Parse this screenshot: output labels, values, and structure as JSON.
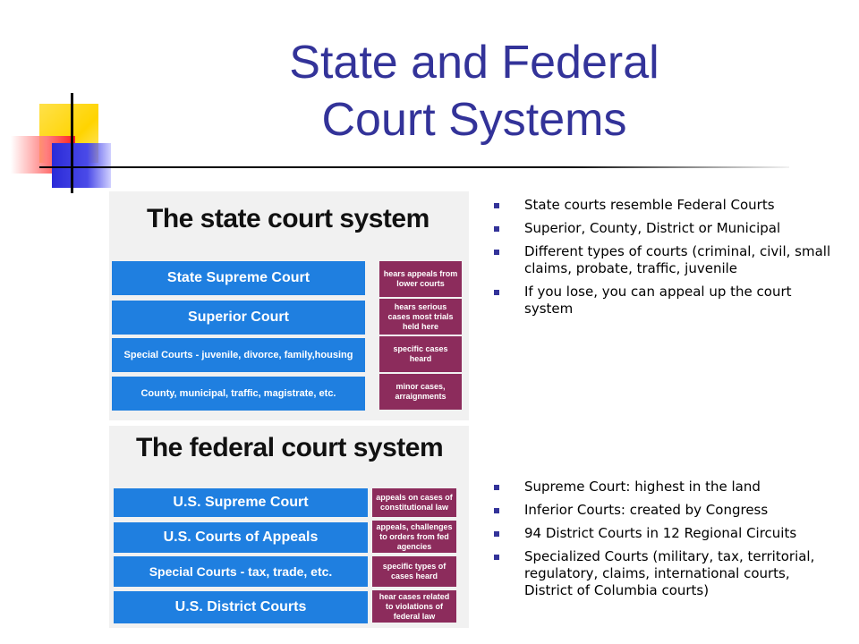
{
  "slide": {
    "title_line1": "State and Federal",
    "title_line2": "Court Systems"
  },
  "state_system": {
    "heading": "The state court system",
    "courts": [
      "State Supreme Court",
      "Superior Court",
      "Special Courts - juvenile, divorce, family,housing",
      "County, municipal, traffic, magistrate, etc."
    ],
    "roles": [
      "hears appeals from lower courts",
      "hears serious cases most trials held here",
      "specific cases heard",
      "minor cases, arraignments"
    ],
    "colors": {
      "court": "#1f7fe0",
      "role": "#8c2c5c"
    }
  },
  "federal_system": {
    "heading": "The federal court system",
    "courts": [
      "U.S. Supreme Court",
      "U.S. Courts of Appeals",
      "Special Courts - tax, trade, etc.",
      "U.S. District Courts"
    ],
    "roles": [
      "appeals on cases of constitutional law",
      "appeals, challenges to orders from fed agencies",
      "specific types of cases heard",
      "hear cases related to violations of federal law"
    ]
  },
  "state_bullets": [
    "State courts resemble Federal Courts",
    "Superior, County, District or Municipal",
    "Different types of courts (criminal, civil, small claims, probate, traffic, juvenile",
    "If you lose, you can appeal up the court system"
  ],
  "federal_bullets": [
    "Supreme Court: highest in the land",
    "Inferior Courts: created by Congress",
    "94 District Courts in 12 Regional Circuits",
    "Specialized Courts (military, tax, territorial, regulatory, claims, international courts, District of Columbia courts)"
  ],
  "theme": {
    "title_color": "#333399",
    "bullet_color": "#333399"
  }
}
